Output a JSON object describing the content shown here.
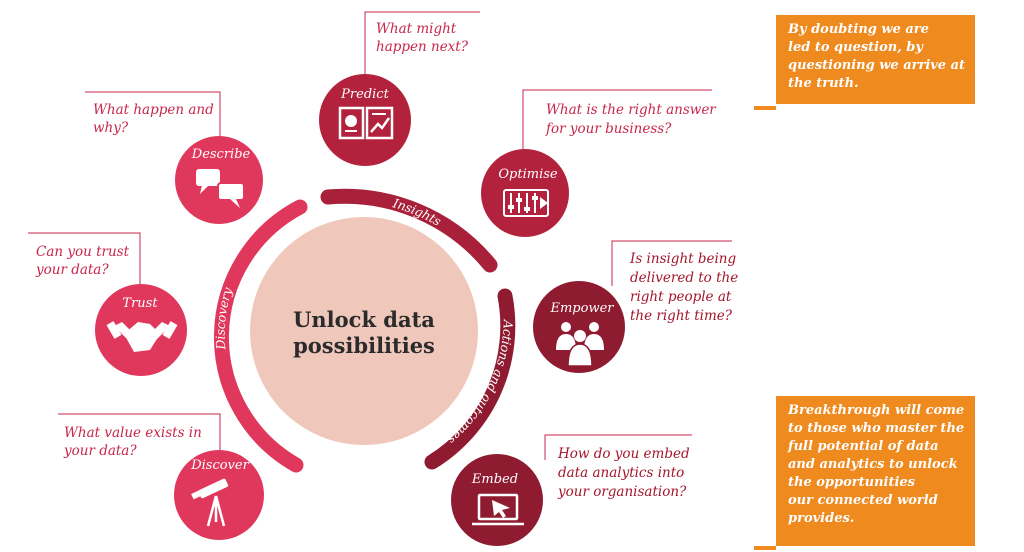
{
  "center": {
    "lines": [
      "Unlock data",
      "possibilities"
    ]
  },
  "phases": [
    {
      "label": "Insights"
    },
    {
      "label": "Discovery"
    },
    {
      "label": "Actions and outcomes"
    }
  ],
  "nodes": [
    {
      "key": "predict",
      "label": "Predict",
      "icon": "report-chart-icon",
      "color": "#b3223c",
      "question": [
        "What might",
        "happen next?"
      ]
    },
    {
      "key": "describe",
      "label": "Describe",
      "icon": "speech-bubbles-icon",
      "color": "#e0385d",
      "question": [
        "What happen and",
        "why?"
      ]
    },
    {
      "key": "optimise",
      "label": "Optimise",
      "icon": "sliders-icon",
      "color": "#b3223c",
      "question": [
        "What is the right answer",
        "for your business?"
      ]
    },
    {
      "key": "trust",
      "label": "Trust",
      "icon": "handshake-icon",
      "color": "#e0385d",
      "question": [
        "Can you trust",
        "your data?"
      ]
    },
    {
      "key": "empower",
      "label": "Empower",
      "icon": "people-group-icon",
      "color": "#8f1b30",
      "question": [
        "Is insight being",
        "delivered to the",
        "right people at",
        "the right time?"
      ]
    },
    {
      "key": "discover",
      "label": "Discover",
      "icon": "telescope-icon",
      "color": "#e0385d",
      "question": [
        "What value exists in",
        "your data?"
      ]
    },
    {
      "key": "embed",
      "label": "Embed",
      "icon": "laptop-cursor-icon",
      "color": "#8f1b30",
      "question": [
        "How do you embed",
        "data analytics into",
        "your organisation?"
      ]
    }
  ],
  "callouts": {
    "top": [
      "By doubting we are",
      "led to question, by",
      "questioning we arrive at",
      "the truth."
    ],
    "bottom": [
      "Breakthrough will come",
      "to those who master the",
      "full potential of data",
      "and analytics to unlock",
      "the opportunities",
      "our connected world",
      "provides."
    ]
  },
  "colors": {
    "pink": "#e0385d",
    "crimson": "#b3223c",
    "maroon": "#8f1b30",
    "center": "#f0c8bb",
    "orange": "#ef8a1f"
  }
}
